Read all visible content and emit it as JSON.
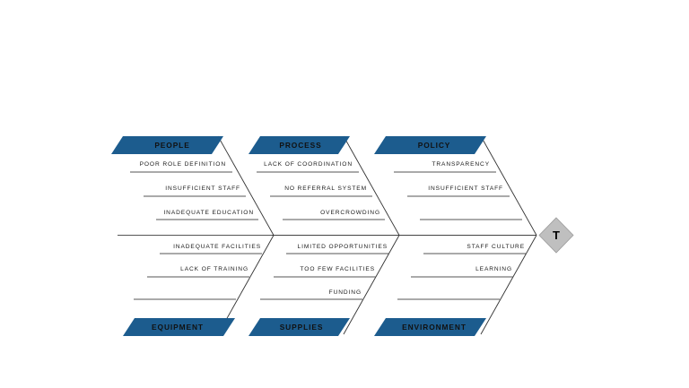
{
  "diagram": {
    "type": "fishbone-ishikawa",
    "head": {
      "label": "T",
      "shape": "diamond",
      "color": "#bfbfbf"
    },
    "colors": {
      "banner_blue": "#1c5c8e",
      "head_gray": "#bfbfbf",
      "line_gray": "#555555",
      "text_dark": "#1a1a1a",
      "background": "#ffffff"
    },
    "top_categories": [
      {
        "name": "PEOPLE",
        "causes": [
          "POOR ROLE DEFINITION",
          "INSUFFICIENT STAFF",
          "INADEQUATE EDUCATION",
          ""
        ]
      },
      {
        "name": "PROCESS",
        "causes": [
          "LACK OF COORDINATION",
          "NO REFERRAL SYSTEM",
          "OVERCROWDING",
          ""
        ]
      },
      {
        "name": "POLICY",
        "causes": [
          "TRANSPARENCY",
          "INSUFFICIENT STAFF",
          "",
          ""
        ]
      }
    ],
    "bottom_categories": [
      {
        "name": "EQUIPMENT",
        "causes": [
          "INADEQUATE FACILITIES",
          "LACK OF TRAINING",
          "",
          ""
        ]
      },
      {
        "name": "SUPPLIES",
        "causes": [
          "LIMITED OPPORTUNITIES",
          "TOO FEW FACILITIES",
          "FUNDING",
          ""
        ]
      },
      {
        "name": "ENVIRONMENT",
        "causes": [
          "STAFF CULTURE",
          "LEARNING",
          "",
          ""
        ]
      }
    ]
  }
}
